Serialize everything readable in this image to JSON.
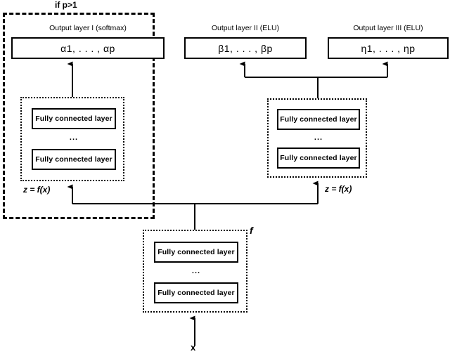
{
  "diagram": {
    "condition_label": "if p>1",
    "input_label": "x",
    "shared_block_label": "f",
    "ellipsis": "...",
    "branch_labels": [
      {
        "id": "left",
        "text": "z = f(x)"
      },
      {
        "id": "right",
        "text": "z = f(x)"
      }
    ],
    "output_layers": [
      {
        "id": "layer-1",
        "caption": "Output layer I (softmax)",
        "value": "α1, . . . , αp"
      },
      {
        "id": "layer-2",
        "caption": "Output layer II (ELU)",
        "value": "β1, . . . , βp"
      },
      {
        "id": "layer-3",
        "caption": "Output layer III (ELU)",
        "value": "η1, . . . , ηp"
      }
    ],
    "fc_groups": [
      {
        "id": "fc-group-left",
        "layers": [
          "Fully connected layer",
          "Fully connected layer"
        ]
      },
      {
        "id": "fc-group-right",
        "layers": [
          "Fully connected layer",
          "Fully connected layer"
        ]
      },
      {
        "id": "fc-group-shared",
        "layers": [
          "Fully connected layer",
          "Fully connected layer"
        ]
      }
    ],
    "colors": {
      "stroke": "#000000",
      "background": "#ffffff"
    }
  }
}
